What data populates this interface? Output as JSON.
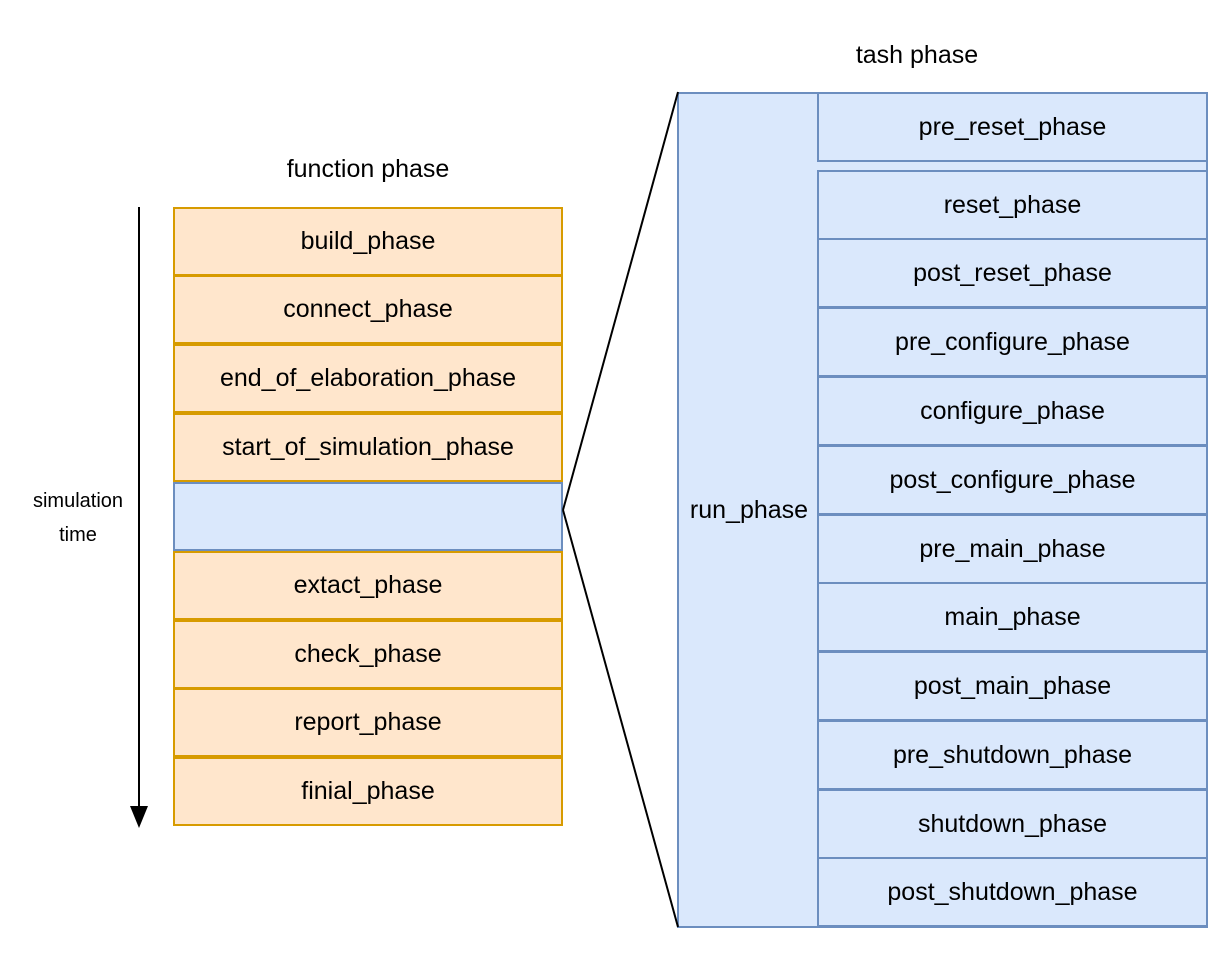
{
  "function_phase": {
    "heading": "function phase",
    "phases": [
      "build_phase",
      "connect_phase",
      "end_of_elaboration_phase",
      "start_of_simulation_phase",
      "",
      "extact_phase",
      "check_phase",
      "report_phase",
      "finial_phase"
    ]
  },
  "task_phase": {
    "heading": "tash phase",
    "run_label": "run_phase",
    "phases": [
      "pre_reset_phase",
      "reset_phase",
      "post_reset_phase",
      "pre_configure_phase",
      "configure_phase",
      "post_configure_phase",
      "pre_main_phase",
      "main_phase",
      "post_main_phase",
      "pre_shutdown_phase",
      "shutdown_phase",
      "post_shutdown_phase"
    ]
  },
  "timeline": {
    "label_line1": "simulation",
    "label_line2": "time"
  }
}
